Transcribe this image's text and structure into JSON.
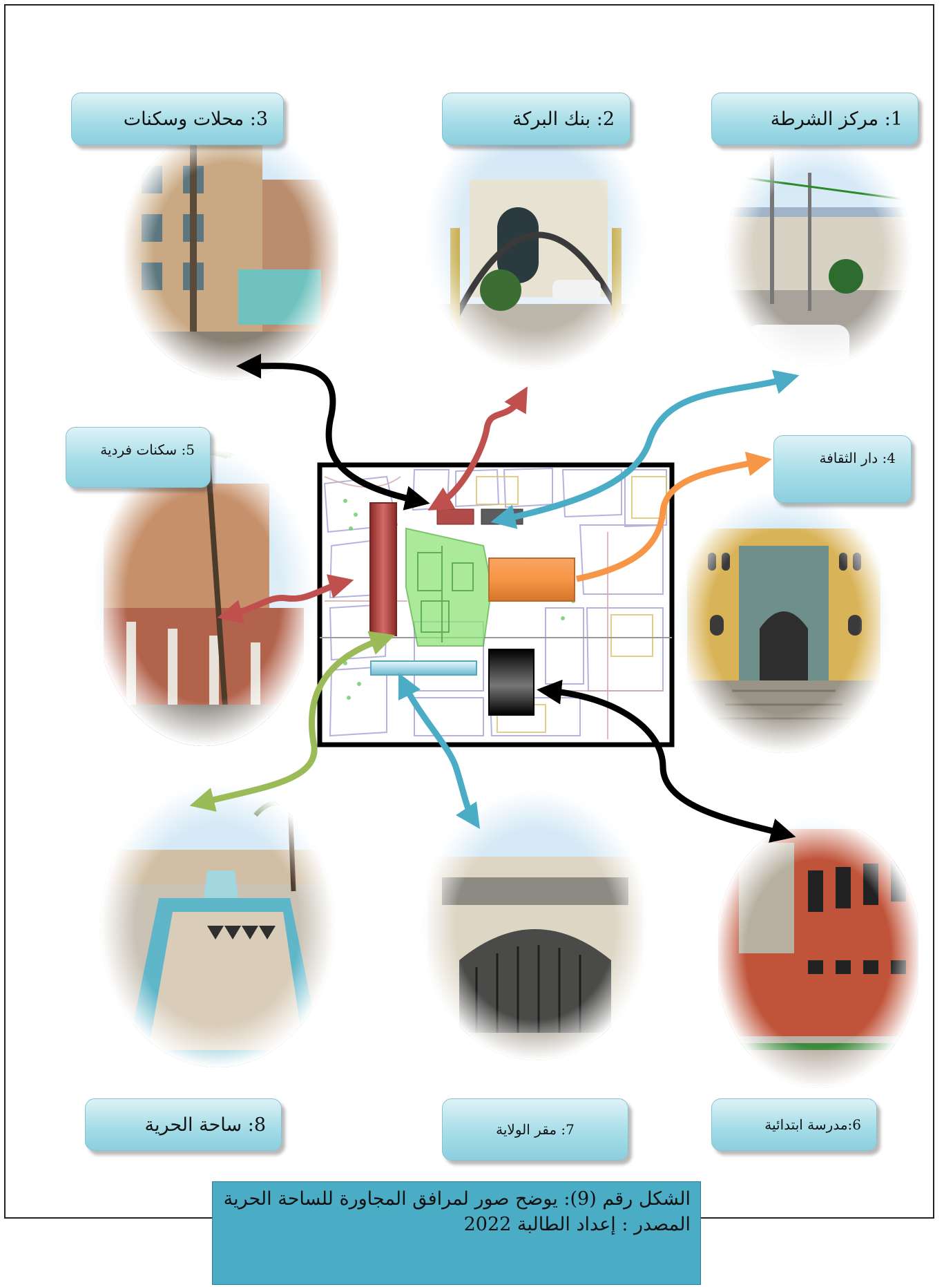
{
  "labels": {
    "police": "1: مركز الشرطة",
    "bank": "2: بنك البركة",
    "shops": "3: محلات وسكنات",
    "culture": "4: دار الثقافة",
    "houses": "5: سكنات فردية",
    "school": "6:مدرسة ابتدائية",
    "wilaya": "7: مقر الولاية",
    "square": "8: ساحة الحرية"
  },
  "caption": {
    "line1": "الشكل رقم (9): يوضح صور لمرافق المجاورة  للساحة الحرية",
    "line2": "المصدر : إعداد الطالبة 2022"
  },
  "colors": {
    "red": "#c0504d",
    "orange": "#f79646",
    "blue": "#4bacc6",
    "green": "#9bbb59",
    "black": "#000000",
    "label_bg": "#a6dde8",
    "caption_bg": "#4bacc6"
  }
}
